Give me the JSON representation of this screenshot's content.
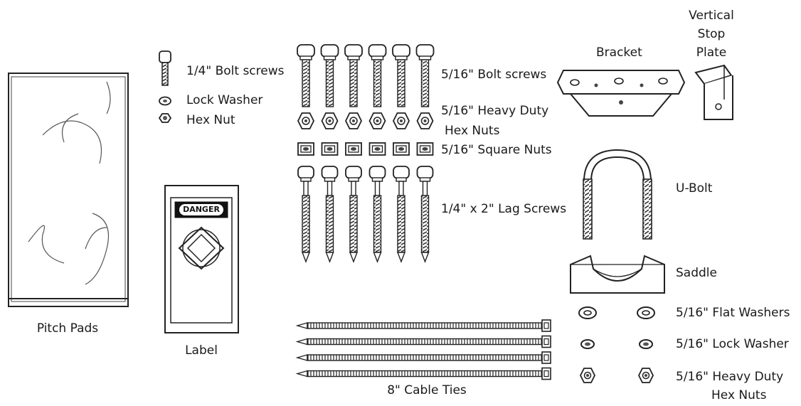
{
  "label_texts": {
    "bolt_quarter": "1/4\" Bolt screws",
    "lock_washer": "Lock Washer",
    "hex_nut": "Hex Nut",
    "bolt_516": "5/16\" Bolt screws",
    "heavy_hex_516_line1": "5/16\" Heavy Duty",
    "heavy_hex_516_line2": "Hex Nuts",
    "square_nuts": "5/16\" Square Nuts",
    "lag_screws": "1/4\" x 2\" Lag Screws",
    "bracket": "Bracket",
    "vertical_stop_line1": "Vertical",
    "vertical_stop_line2": "Stop",
    "vertical_stop_line3": "Plate",
    "u_bolt": "U-Bolt",
    "saddle": "Saddle",
    "flat_washers": "5/16\" Flat Washers",
    "lock_washer_516": "5/16\" Lock Washer",
    "heavy_hex_right_line1": "5/16\" Heavy Duty",
    "heavy_hex_right_line2": "Hex Nuts",
    "pitch_pads": "Pitch Pads",
    "label": "Label",
    "cable_ties": "8\" Cable Ties"
  },
  "danger_sign": {
    "text": "DANGER"
  },
  "part_counts": {
    "bolt_516": 6,
    "heavy_hex_516": 6,
    "square_nuts": 6,
    "lag_screws": 6,
    "cable_ties": 4,
    "flat_washers": 2,
    "lock_washers_516": 2,
    "heavy_hex_right": 2
  }
}
